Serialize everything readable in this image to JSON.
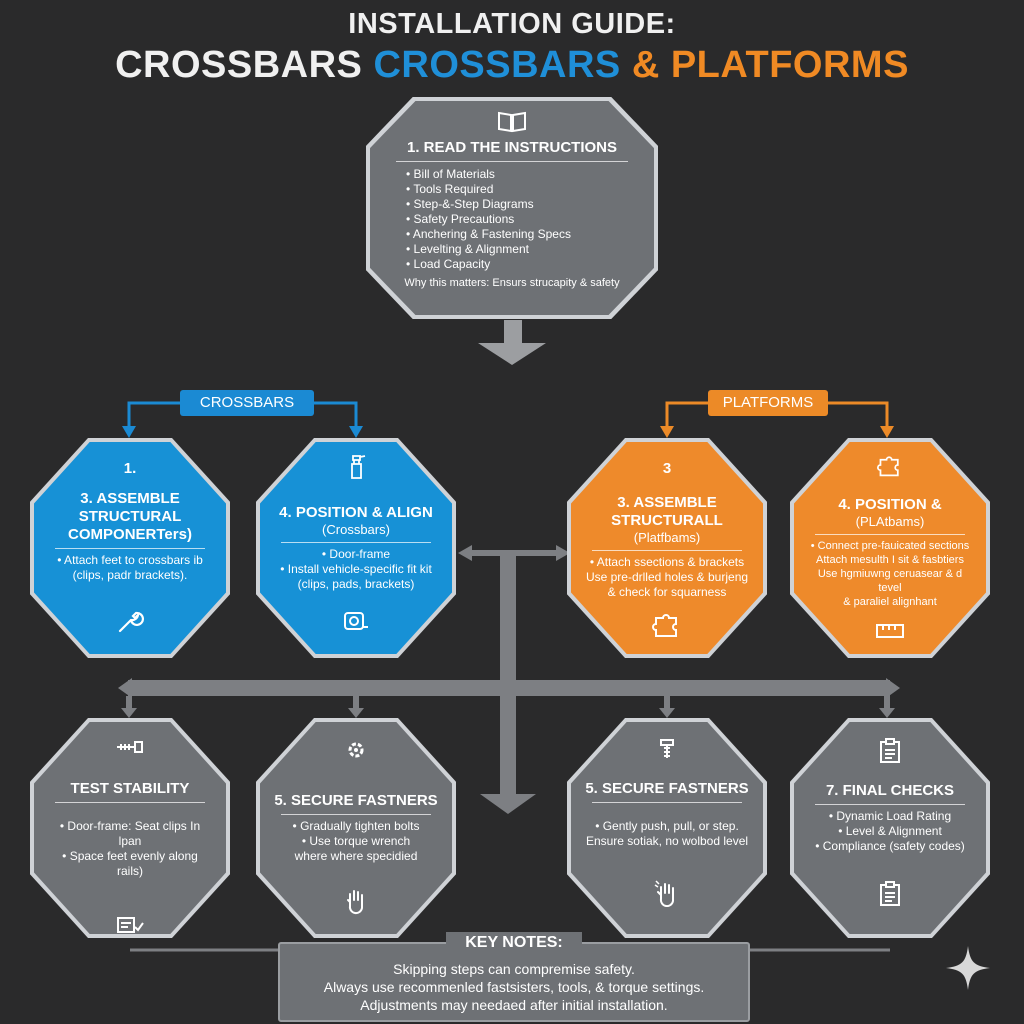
{
  "header": {
    "title_line1": "INSTALLATION GUIDE:",
    "title_part_a": "CROSSBARS",
    "title_part_b": "CROSSBARS",
    "title_part_c": "& PLATFORMS"
  },
  "read_instructions": {
    "icon": "book-icon",
    "title": "1. READ THE INSTRUCTIONS",
    "items": [
      "Bill of Materials",
      "Tools Required",
      "Step-&-Step Diagrams",
      "Safety Precautions",
      "Anchering & Fastening Specs",
      "Levelting & Alignment",
      "Load Capacity"
    ],
    "why": "Why this matters: Ensurs strucapity & safety"
  },
  "branches": {
    "crossbars_label": "CROSSBARS",
    "platforms_label": "PLATFORMS"
  },
  "cards": {
    "crossbars_assemble": {
      "number": "1.",
      "title_line1": "3. ASSEMBLE",
      "title_line2": "STRUCTURAL",
      "title_line3": "COMPONERTers)",
      "text_line1": "• Attach feet to crossbars ib",
      "text_line2": "(clips, padr brackets).",
      "icon": "wrench-icon"
    },
    "crossbars_position": {
      "icon_top": "spray-bottle-icon",
      "title_line1": "4. POSITION & ALIGN",
      "subtitle": "(Crossbars)",
      "text_line1": "• Door-frame",
      "text_line2": "• Install vehicle-specific fit kit",
      "text_line3": "(clips, pads, brackets)",
      "icon": "tape-measure-icon"
    },
    "platforms_assemble": {
      "number": "3",
      "title_line1": "3. ASSEMBLE",
      "title_line2": "STRUCTURALL",
      "subtitle": "(Platfbams)",
      "text_line1": "• Attach  ssections & brackets",
      "text_line2": "Use pre-drlled holes & burjeng",
      "text_line3": "& check for squarness",
      "icon": "puzzle-icon"
    },
    "platforms_position": {
      "icon_top": "puzzle-icon",
      "title_line1": "4. POSITION &",
      "subtitle": "(PLAtbams)",
      "text_line1": "• Connect pre-fauicated sections",
      "text_line2": "Attach mesulth I sit & fasbtiers",
      "text_line3": "Use hgmiuwng ceruasear & d tevel",
      "text_line4": "& paraliel alignhant",
      "icon": "ruler-icon"
    },
    "test_stability": {
      "icon_top": "bolt-icon",
      "title_line1": "TEST STABILITY",
      "text_line1": "• Door-frame: Seat clips In lpan",
      "text_line2": "• Space feet evenly along rails)",
      "icon": "vehicle-check-icon"
    },
    "secure_fastners_left": {
      "icon_top": "gear-icon",
      "title_line1": "5. SECURE FASTNERS",
      "text_line1": "• Gradually tighten bolts",
      "text_line2": "• Use torque wrench",
      "text_line3": "where where specidied",
      "icon": "hand-icon"
    },
    "secure_fastners_right": {
      "icon_top": "screw-icon",
      "title_line1": "5. SECURE FASTNERS",
      "text_line1": "• Gently push, pull, or step.",
      "text_line2": "Ensure sotiak, no wolbod level",
      "icon": "hand-push-icon"
    },
    "final_checks": {
      "icon_top": "clipboard-icon",
      "title_line1": "7. FINAL CHECKS",
      "text_line1": "• Dynamic Load Rating",
      "text_line2": "• Level & Alignment",
      "text_line3": "• Compliance (safety codes)",
      "icon": "clipboard-icon"
    }
  },
  "notes": {
    "title": "KEY NOTES:",
    "line1": "Skipping steps can compremise safety.",
    "line2": "Always use recommenled fastsisters, tools, & torque settings.",
    "line3": "Adjustments may needaed after initial installation."
  },
  "colors": {
    "background": "#2a2a2b",
    "blue": "#1791d6",
    "orange": "#ee8a2b",
    "gray": "#6e7175",
    "connector": "#7d7f83"
  }
}
